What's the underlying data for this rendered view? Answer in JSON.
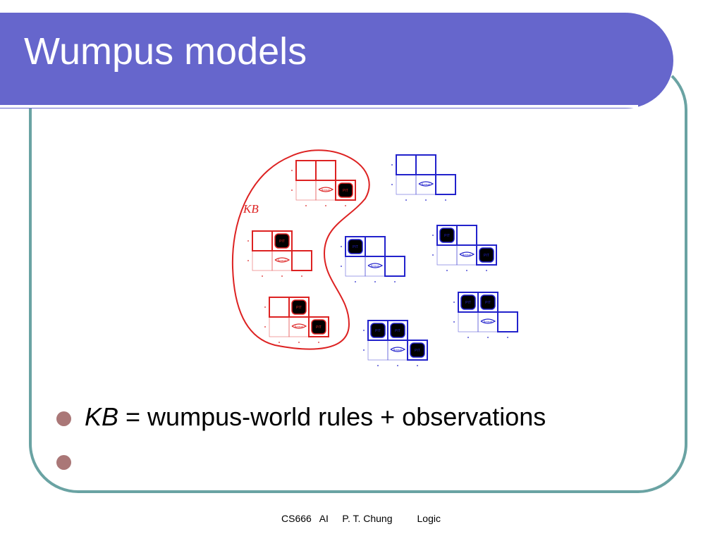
{
  "slide": {
    "title": "Wumpus models",
    "kb_label": "KB",
    "bullets": [
      {
        "emphasis": "KB",
        "text": " = wumpus-world rules + observations"
      },
      {
        "emphasis": "",
        "text": ""
      }
    ],
    "footer": {
      "course": "CS666",
      "subject": "AI",
      "author": "P. T. Chung",
      "topic": "Logic"
    }
  },
  "figure": {
    "pit_label": "PIT",
    "breeze_label": "Breeze",
    "kb_color": "#dd2222",
    "other_color": "#2222cc",
    "models": [
      {
        "in_kb": true,
        "pits": [
          "3,1"
        ]
      },
      {
        "in_kb": true,
        "pits": [
          "2,2"
        ]
      },
      {
        "in_kb": true,
        "pits": [
          "3,1",
          "2,2"
        ]
      },
      {
        "in_kb": false,
        "pits": [
          "1,2"
        ]
      },
      {
        "in_kb": false,
        "pits": []
      },
      {
        "in_kb": false,
        "pits": [
          "1,2",
          "3,1"
        ]
      },
      {
        "in_kb": false,
        "pits": [
          "1,2",
          "2,2"
        ]
      },
      {
        "in_kb": false,
        "pits": [
          "1,2",
          "2,2",
          "3,1"
        ]
      }
    ]
  },
  "colors": {
    "title_bar": "#6666cc",
    "frame": "#6aa3a3",
    "bullet": "#aa7777"
  }
}
